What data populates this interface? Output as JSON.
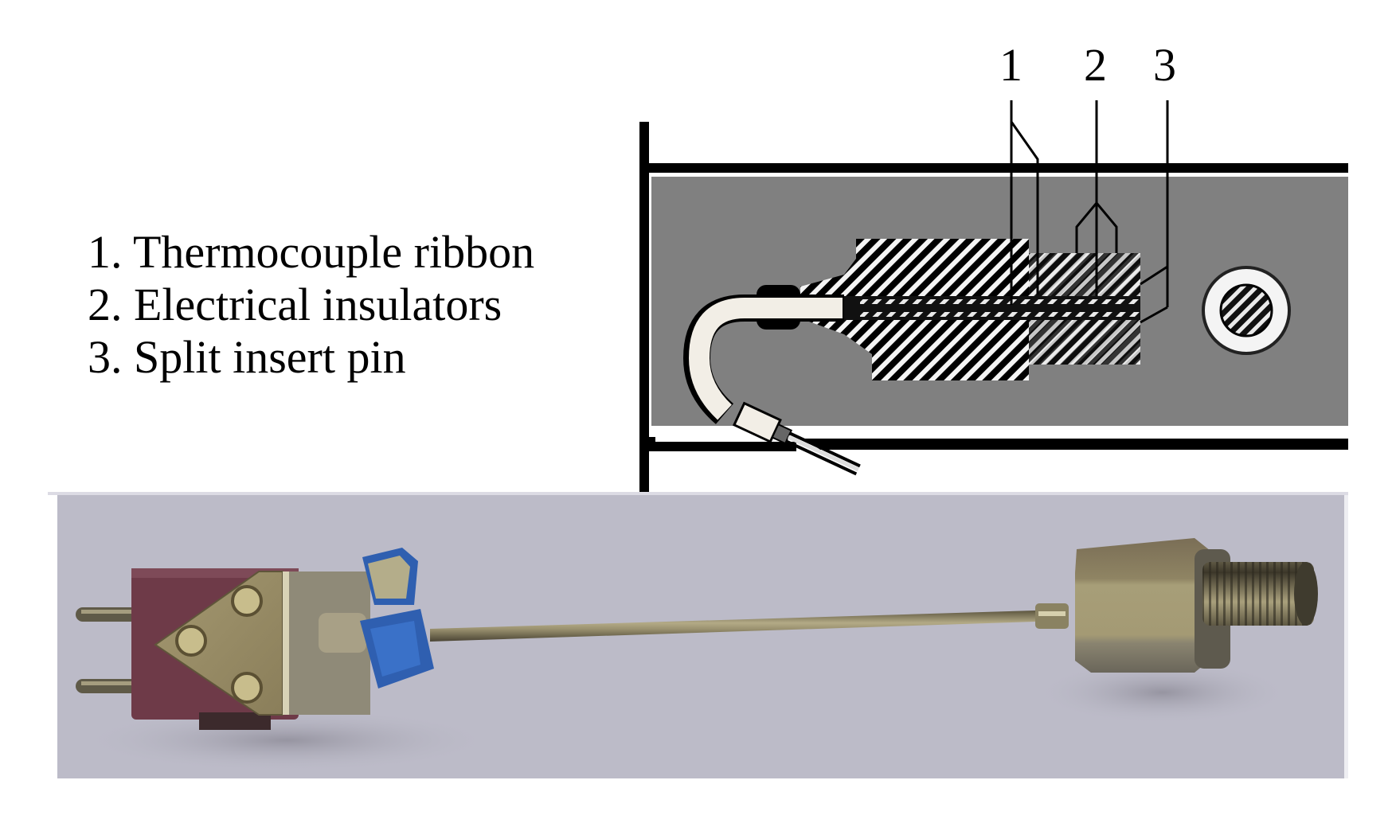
{
  "figure": {
    "legend_items": [
      {
        "number": "1.",
        "label": "Thermocouple ribbon"
      },
      {
        "number": "2.",
        "label": "Electrical insulators"
      },
      {
        "number": "3.",
        "label": "Split insert pin"
      }
    ],
    "callouts": [
      "1",
      "2",
      "3"
    ],
    "colors": {
      "diagram_fill": "#808080",
      "outline": "#000000",
      "tube_fill": "#f2eee6",
      "photo_background": "#bcbbc8",
      "connector_body": "#6e3a48",
      "brass": "#a49a78",
      "tag_blue": "#2f5fb0"
    }
  }
}
